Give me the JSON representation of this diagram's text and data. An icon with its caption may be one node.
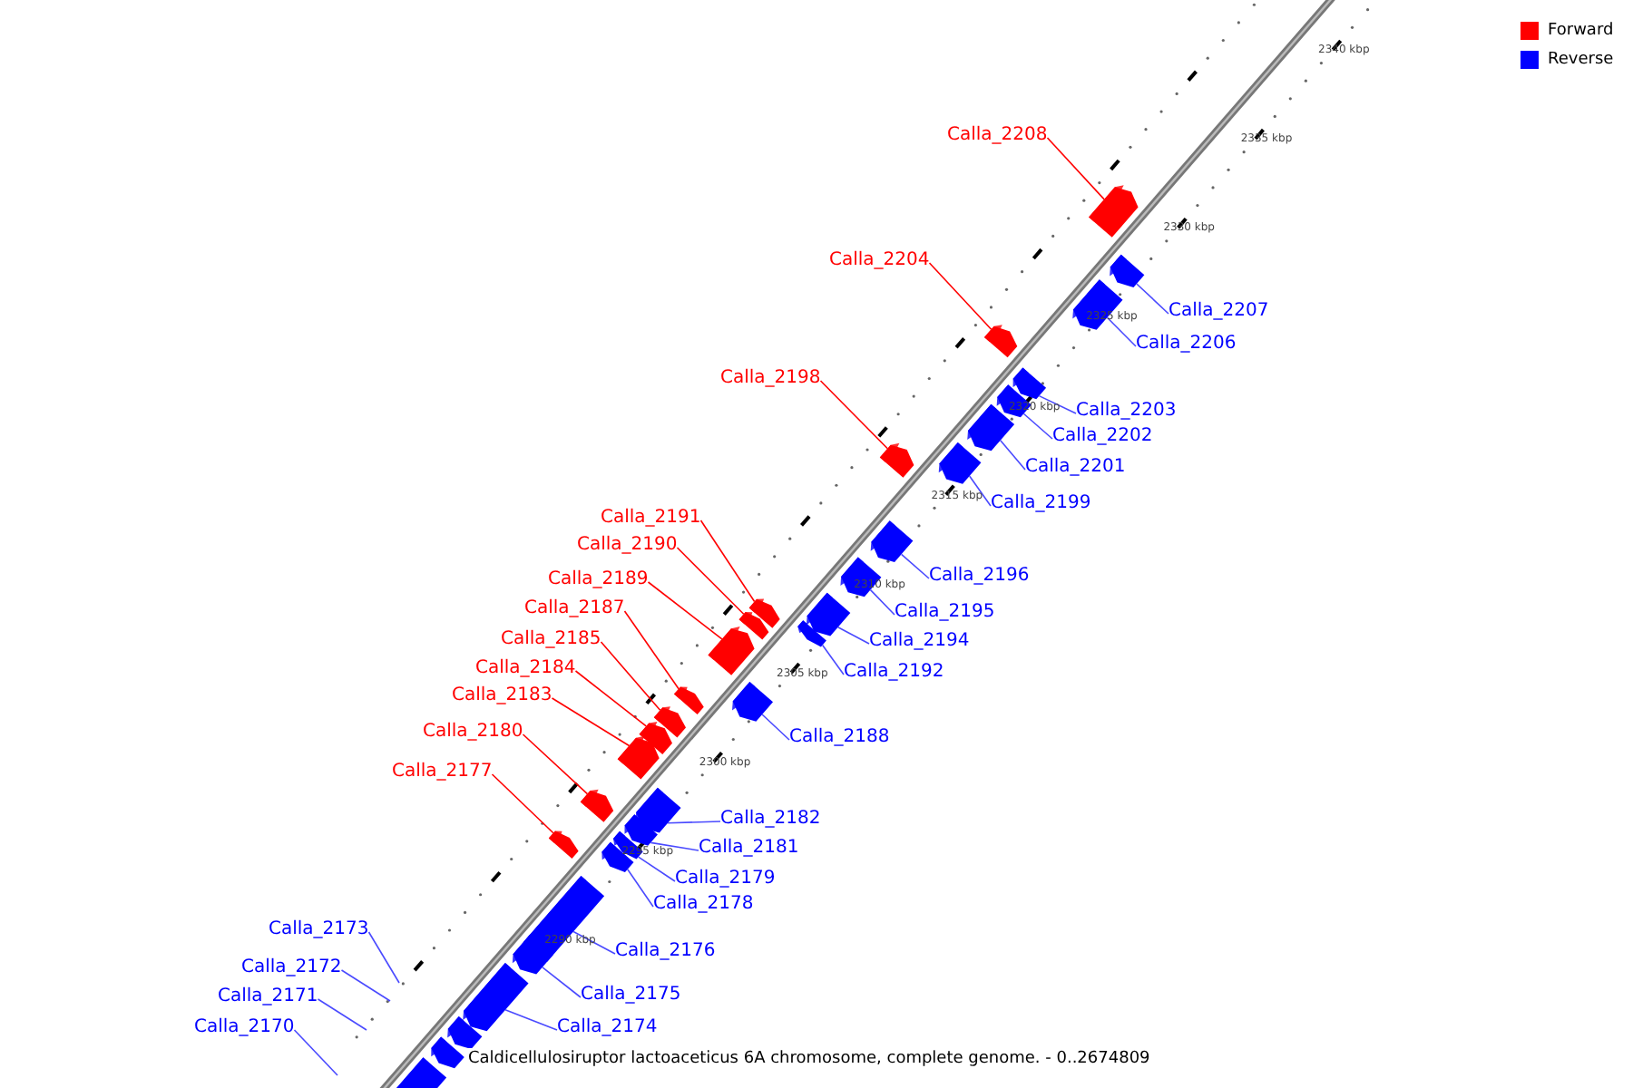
{
  "diagram": {
    "caption": "Caldicellulosiruptor lactoaceticus 6A chromosome, complete genome. - 0..2674809",
    "nodes": [
      {
        "text": [
          "Calla_2208"
        ]
      },
      {
        "text": [],
        "shape": "box"
      },
      {
        "text": [
          "Calla_2204"
        ]
      },
      {
        "text": [],
        "shape": "box"
      },
      {
        "text": [
          "Calla_2198"
        ]
      },
      {
        "text": [],
        "shape": "box"
      },
      {
        "text": [
          "Calla_2191"
        ]
      },
      {
        "text": [],
        "shape": "box"
      },
      {
        "text": [
          "Calla_2190"
        ]
      },
      {
        "text": [],
        "shape": "box"
      },
      {
        "text": [
          "Calla_2189"
        ]
      },
      {
        "text": [],
        "shape": "box"
      },
      {
        "text": [
          "Calla_2187"
        ]
      },
      {
        "text": [],
        "shape": "box"
      },
      {
        "text": [
          "Calla_2185"
        ]
      },
      {
        "text": [],
        "shape": "box"
      },
      {
        "text": [
          "Calla_2184"
        ]
      },
      {
        "text": [],
        "shape": "box"
      },
      {
        "text": [
          "Calla_2183"
        ]
      },
      {
        "text": [],
        "shape": "box"
      },
      {
        "text": [
          "Calla_2180"
        ]
      },
      {
        "text": [],
        "shape": "box"
      },
      {
        "text": [
          "Calla_2177"
        ]
      },
      {
        "text": [],
        "shape": "box"
      },
      {
        "text": [
          "Calla_2207"
        ]
      },
      {
        "text": [],
        "shape": "box"
      },
      {
        "text": [
          "Calla_2206"
        ]
      },
      {
        "text": [],
        "shape": "box"
      },
      {
        "text": [
          "Calla_2203"
        ]
      },
      {
        "text": [],
        "shape": "box"
      },
      {
        "text": [
          "Calla_2202"
        ]
      },
      {
        "text": [],
        "shape": "box"
      },
      {
        "text": [
          "Calla_2201"
        ]
      },
      {
        "text": [],
        "shape": "box"
      },
      {
        "text": [
          "Calla_2199"
        ]
      },
      {
        "text": [],
        "shape": "box"
      },
      {
        "text": [
          "Calla_2196"
        ]
      },
      {
        "text": [],
        "shape": "box"
      },
      {
        "text": [
          "Calla_2195"
        ]
      },
      {
        "text": [],
        "shape": "box"
      },
      {
        "text": [
          "Calla_2194"
        ]
      },
      {
        "text": [],
        "shape": "box"
      },
      {
        "text": [
          "Calla_2192"
        ]
      },
      {
        "text": [],
        "shape": "box"
      },
      {
        "text": [
          "Calla_2188"
        ]
      },
      {
        "text": [],
        "shape": "box"
      },
      {
        "text": [
          "Calla_2182"
        ]
      },
      {
        "text": [],
        "shape": "box"
      },
      {
        "text": [
          "Calla_2181"
        ]
      },
      {
        "text": [],
        "shape": "box"
      },
      {
        "text": [
          "Calla_2179"
        ]
      },
      {
        "text": [],
        "shape": "box"
      },
      {
        "text": [
          "Calla_2178"
        ]
      },
      {
        "text": [],
        "shape": "box"
      },
      {
        "text": [
          "Calla_2176"
        ]
      },
      {
        "text": [],
        "shape": "box"
      },
      {
        "text": [
          "Calla_2175"
        ]
      },
      {
        "text": [],
        "shape": "box"
      },
      {
        "text": [
          "Calla_2174"
        ]
      },
      {
        "text": [],
        "shape": "box"
      },
      {
        "text": [
          "Calla_2173"
        ]
      },
      {
        "text": [
          "Calla_2172"
        ]
      },
      {
        "text": [
          "Calla_2171"
        ]
      },
      {
        "text": [
          "Calla_2170"
        ]
      },
      {
        "text": [],
        "shape": "box"
      },
      {
        "text": [],
        "shape": "box"
      },
      {
        "text": [],
        "shape": "box"
      }
    ],
    "edges": [
      {
        "from": 0,
        "to": 1,
        "arrow": "none",
        "color": "#ff0000"
      },
      {
        "from": 2,
        "to": 3,
        "arrow": "none",
        "color": "#ff0000"
      },
      {
        "from": 4,
        "to": 5,
        "arrow": "none",
        "color": "#ff0000"
      },
      {
        "from": 6,
        "to": 7,
        "arrow": "none",
        "color": "#ff0000"
      },
      {
        "from": 8,
        "to": 9,
        "arrow": "none",
        "color": "#ff0000"
      },
      {
        "from": 10,
        "to": 11,
        "arrow": "none",
        "color": "#ff0000"
      },
      {
        "from": 12,
        "to": 13,
        "arrow": "none",
        "color": "#ff0000"
      },
      {
        "from": 14,
        "to": 15,
        "arrow": "none",
        "color": "#ff0000"
      },
      {
        "from": 16,
        "to": 17,
        "arrow": "none",
        "color": "#ff0000"
      },
      {
        "from": 18,
        "to": 19,
        "arrow": "none",
        "color": "#ff0000"
      },
      {
        "from": 20,
        "to": 21,
        "arrow": "none",
        "color": "#ff0000"
      },
      {
        "from": 22,
        "to": 23,
        "arrow": "none",
        "color": "#ff0000"
      },
      {
        "from": 24,
        "to": 25,
        "arrow": "none"
      },
      {
        "from": 26,
        "to": 27,
        "arrow": "none"
      },
      {
        "from": 28,
        "to": 29,
        "arrow": "none"
      },
      {
        "from": 30,
        "to": 31,
        "arrow": "none"
      },
      {
        "from": 32,
        "to": 33,
        "arrow": "none"
      },
      {
        "from": 34,
        "to": 35,
        "arrow": "none"
      },
      {
        "from": 36,
        "to": 37,
        "arrow": "none"
      },
      {
        "from": 38,
        "to": 39,
        "arrow": "none"
      },
      {
        "from": 40,
        "to": 41,
        "arrow": "none"
      },
      {
        "from": 42,
        "to": 43,
        "arrow": "none"
      },
      {
        "from": 44,
        "to": 45,
        "arrow": "none"
      },
      {
        "from": 46,
        "to": 47,
        "arrow": "none"
      },
      {
        "from": 48,
        "to": 49,
        "arrow": "none"
      },
      {
        "from": 50,
        "to": 51,
        "arrow": "none"
      },
      {
        "from": 52,
        "to": 53,
        "arrow": "none"
      },
      {
        "from": 54,
        "to": 55,
        "arrow": "none"
      },
      {
        "from": 56,
        "to": 57,
        "arrow": "none"
      },
      {
        "from": 58,
        "to": 59,
        "arrow": "none"
      },
      {
        "from": 60,
        "to": null,
        "arrow": "none"
      },
      {
        "from": 61,
        "to": null,
        "arrow": "none"
      },
      {
        "from": 62,
        "to": null,
        "arrow": "none"
      },
      {
        "from": 63,
        "to": null,
        "arrow": "none"
      }
    ],
    "labels": [
      "2340 kbp",
      "2335 kbp",
      "2330 kbp",
      "2325 kbp",
      "2320 kbp",
      "2315 kbp",
      "2310 kbp",
      "2305 kbp",
      "2300 kbp",
      "2295 kbp",
      "2290 kbp"
    ],
    "legend": [
      {
        "text": "Forward",
        "color": "#ff0000"
      },
      {
        "text": "Reverse",
        "color": "#0000ff"
      }
    ]
  }
}
